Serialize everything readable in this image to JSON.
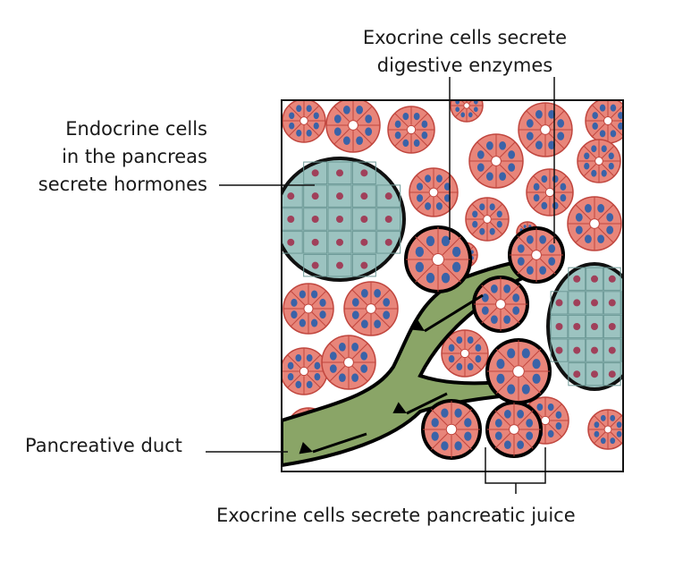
{
  "labels": {
    "exocrine_enzymes": [
      "Exocrine cells secrete",
      "digestive enzymes"
    ],
    "endocrine": [
      "Endocrine cells",
      "in the pancreas",
      "secrete hormones"
    ],
    "duct": "Pancreative duct",
    "juice": "Exocrine cells secrete pancreatic juice"
  },
  "colors": {
    "acinus_fill": "#e8857a",
    "acinus_stroke": "#c0463e",
    "nucleus": "#3a63a8",
    "islet_fill": "#9cc3c0",
    "islet_nucleus": "#a0405a",
    "duct_fill": "#8aa567",
    "outline": "#000000"
  }
}
